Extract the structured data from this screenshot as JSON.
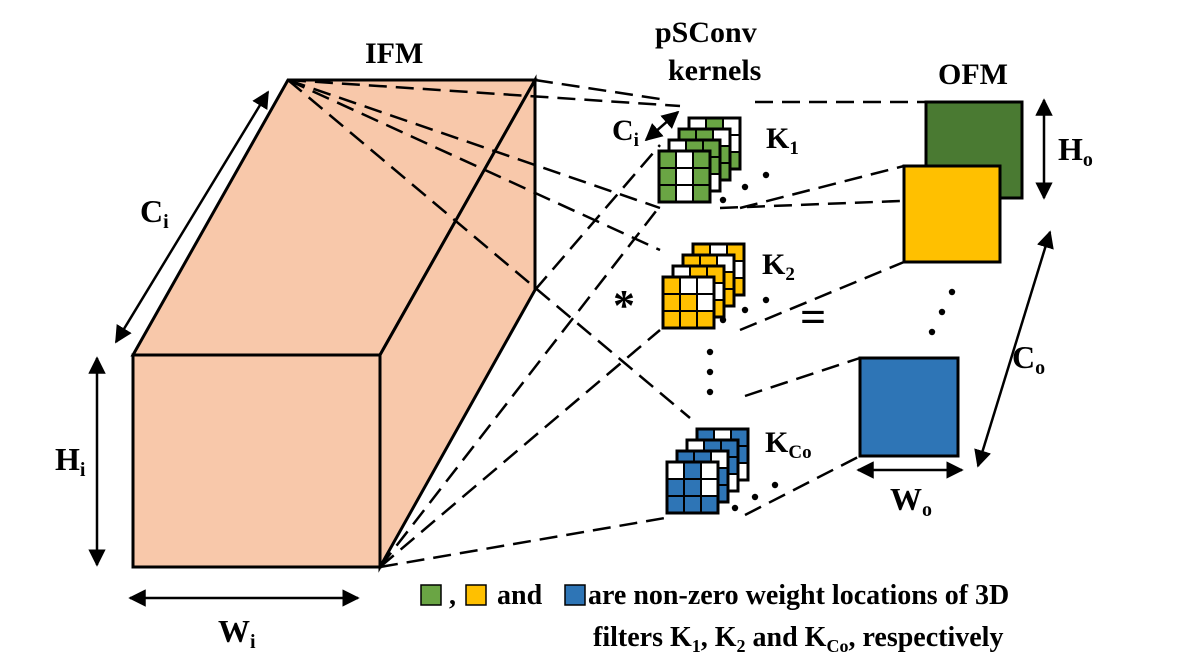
{
  "colors": {
    "ifm_fill": "#f8c8aa",
    "green": "#6aa544",
    "green_dark": "#4a7a32",
    "yellow": "#ffc000",
    "blue": "#2e75b6",
    "white": "#ffffff"
  },
  "ifm": {
    "title": "IFM",
    "ci": {
      "main": "C",
      "sub": "i"
    },
    "hi": {
      "main": "H",
      "sub": "i"
    },
    "wi": {
      "main": "W",
      "sub": "i"
    }
  },
  "kernels": {
    "title_line1": "pSConv",
    "title_line2": "kernels",
    "ci": {
      "main": "C",
      "sub": "i"
    },
    "k1": {
      "main": "K",
      "sub": "1"
    },
    "k2": {
      "main": "K",
      "sub": "2"
    },
    "kco": {
      "main": "K",
      "sub": "Co"
    },
    "operator": "*",
    "equals": "="
  },
  "ofm": {
    "title": "OFM",
    "ho": {
      "main": "H",
      "sub": "o"
    },
    "co": {
      "main": "C",
      "sub": "o"
    },
    "wo": {
      "main": "W",
      "sub": "o"
    }
  },
  "legend": {
    "sep1": ",",
    "sep2": "and",
    "line1": "are non-zero weight locations of 3D",
    "line2_a": "filters K",
    "line2_b": "1",
    "line2_c": ", K",
    "line2_d": "2",
    "line2_e": " and K",
    "line2_f": "Co",
    "line2_g": ", respectively"
  }
}
